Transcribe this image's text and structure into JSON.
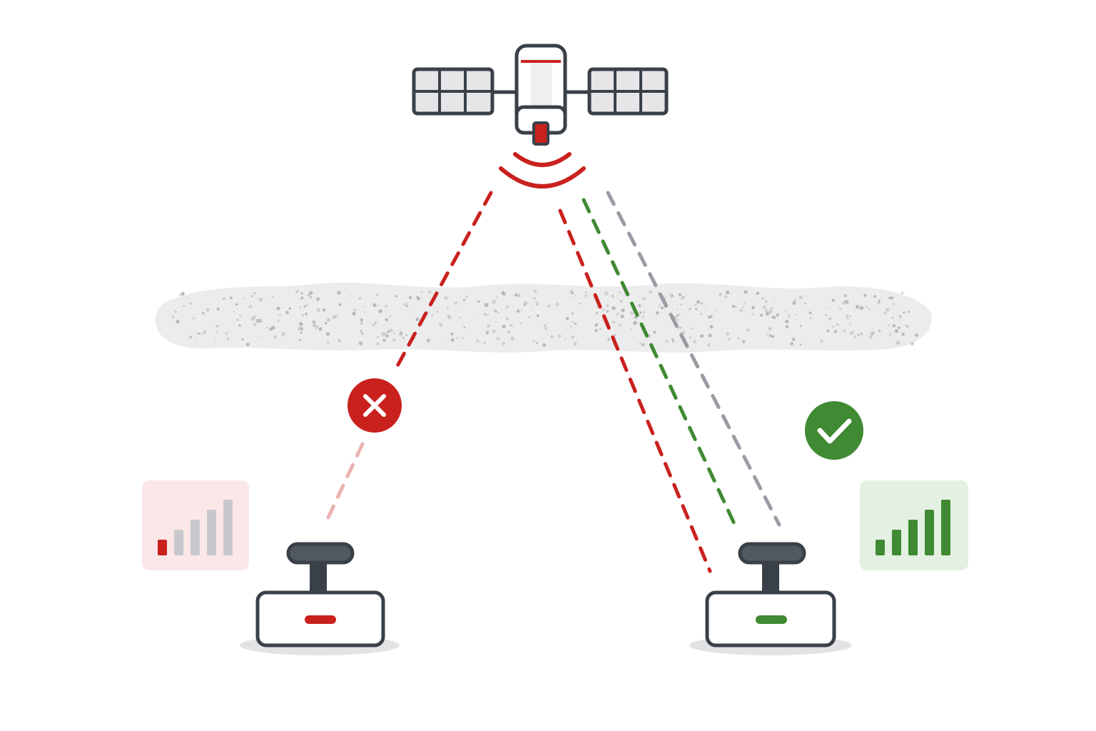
{
  "diagram": {
    "satellite": {
      "icon": "satellite-icon"
    },
    "signal_waves": {
      "icon": "signal-waves-icon"
    },
    "cloud_layer": {
      "icon": "interference-cloud-icon"
    },
    "left_receiver": {
      "icon": "gnss-receiver-icon",
      "status": "fail",
      "status_icon": "x-mark-icon",
      "signal_bars_active": 1,
      "signal_bars_total": 5
    },
    "right_receiver": {
      "icon": "gnss-receiver-icon",
      "status": "ok",
      "status_icon": "check-mark-icon",
      "signal_bars_active": 5,
      "signal_bars_total": 5
    }
  },
  "colors": {
    "red": "#c9211e",
    "green": "#3f8a32",
    "gray": "#9a9ca3",
    "outline": "#3a4047",
    "panel_gray": "#e6e6e8",
    "red_bg": "#fbe7e7",
    "green_bg": "#e4f0e1",
    "bar_gray": "#c8c8cc",
    "cloud": "#ececec"
  }
}
